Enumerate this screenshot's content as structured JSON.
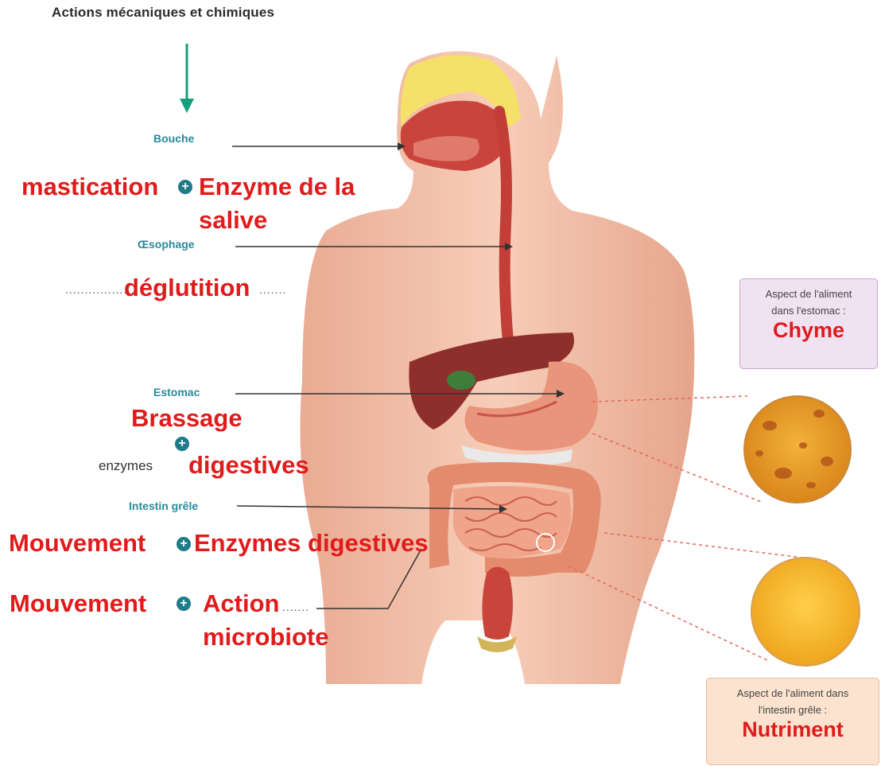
{
  "title": "Actions  mécaniques et chimiques",
  "organs": {
    "bouche": "Bouche",
    "oesophage": "Œsophage",
    "estomac": "Estomac",
    "intestin": "Intestin grêle"
  },
  "answers": {
    "bouche_left": "mastication",
    "bouche_right_1": "Enzyme de la",
    "bouche_right_2": "salive",
    "oesophage": "déglutition",
    "estomac_1": "Brassage",
    "estomac_printed": "enzymes",
    "estomac_2": "digestives",
    "intestin_left": "Mouvement",
    "intestin_right": "Enzymes digestives",
    "colon_left": "Mouvement",
    "colon_right_1": "Action",
    "colon_right_2": "microbiote"
  },
  "boxes": {
    "estomac_label_1": "Aspect de l'aliment",
    "estomac_label_2": "dans l'estomac :",
    "estomac_answer": "Chyme",
    "intestin_label_1": "Aspect de l'aliment dans",
    "intestin_label_2": "l'intestin grêle :",
    "intestin_answer": "Nutriment"
  },
  "colors": {
    "teal_label": "#2a8a9c",
    "red_answer": "#e11b1b",
    "arrow": "#14a07a",
    "skin": "#f2c0a8",
    "organ_red": "#c43a35"
  }
}
